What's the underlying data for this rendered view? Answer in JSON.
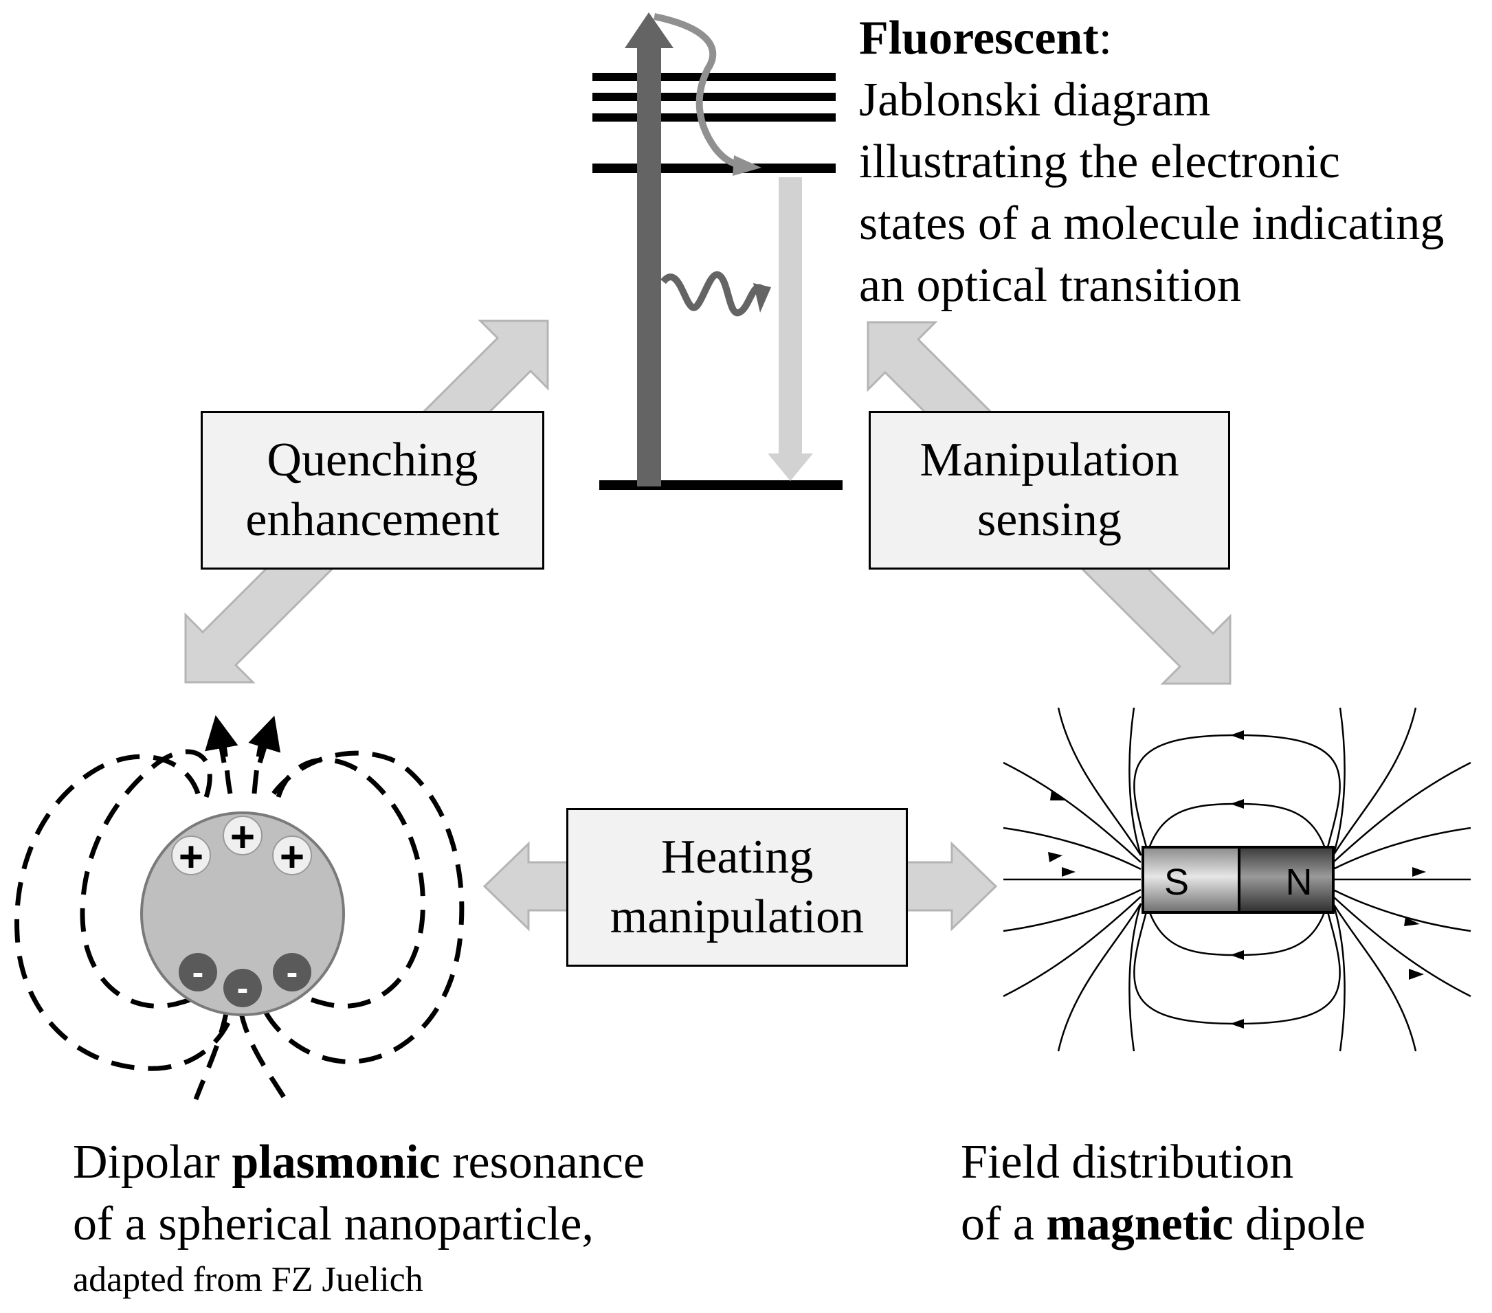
{
  "fluorescent": {
    "title": "Fluorescent",
    "colon": ":",
    "lines": [
      "Jablonski diagram",
      "illustrating the electronic",
      "states of a molecule indicating",
      "an optical transition"
    ]
  },
  "boxes": {
    "quenching": {
      "line1": "Quenching",
      "line2": "enhancement"
    },
    "manipulation": {
      "line1": "Manipulation",
      "line2": "sensing"
    },
    "heating": {
      "line1": "Heating",
      "line2": "manipulation"
    }
  },
  "plasmonic": {
    "pre": "Dipolar ",
    "bold": "plasmonic",
    "post": " resonance",
    "line2": "of a spherical nanoparticle,",
    "credit": "adapted from FZ Juelich",
    "plus": "+",
    "minus": "-"
  },
  "magnetic": {
    "line1": "Field distribution",
    "pre": "of a ",
    "bold": "magnetic",
    "post": " dipole",
    "south": "S",
    "north": "N"
  },
  "colors": {
    "big_arrow": "#d4d4d4",
    "big_arrow_stroke": "#b4b4b4",
    "excitation": "#646464",
    "emission": "#d2d2d2",
    "sphere": "#bfbfbf",
    "box_fill": "#f2f2f2"
  }
}
